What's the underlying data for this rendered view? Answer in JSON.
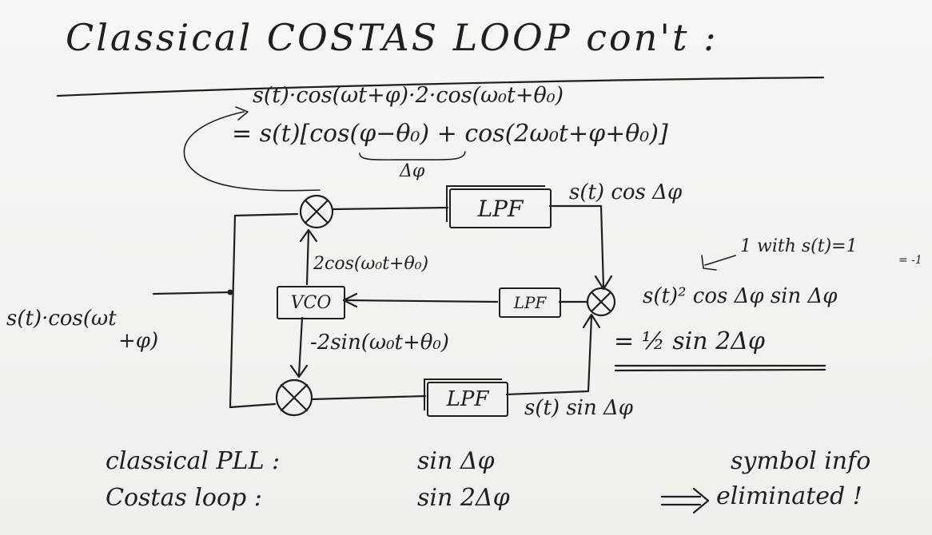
{
  "title": "Classical COSTAS LOOP con't :",
  "equations": {
    "line1": "s(t)·cos(ωt+φ)·2·cos(ω₀t+θ₀)",
    "line2": "= s(t)[cos(φ−θ₀) + cos(2ω₀t+φ+θ₀)]",
    "delta": "Δφ"
  },
  "blocks": {
    "lpf_top": "LPF",
    "lpf_mid": "LPF",
    "lpf_bottom": "LPF",
    "vco": "VCO"
  },
  "labels": {
    "input": "s(t)·cos(ωt",
    "input2": "+φ)",
    "top_out": "s(t) cos Δφ",
    "bottom_out": "s(t) sin Δφ",
    "vco_top": "2cos(ω₀t+θ₀)",
    "vco_bottom": "-2sin(ω₀t+θ₀)",
    "product": "s(t)² cos Δφ sin Δφ",
    "product_eq": "= ½ sin 2Δφ",
    "note": "1 with s(t)=1",
    "note2": "= -1"
  },
  "comparison": {
    "pll_label": "classical PLL :",
    "pll_value": "sin Δφ",
    "costas_label": "Costas loop :",
    "costas_value": "sin 2Δφ",
    "conclusion1": "symbol info",
    "conclusion2": "eliminated !"
  }
}
